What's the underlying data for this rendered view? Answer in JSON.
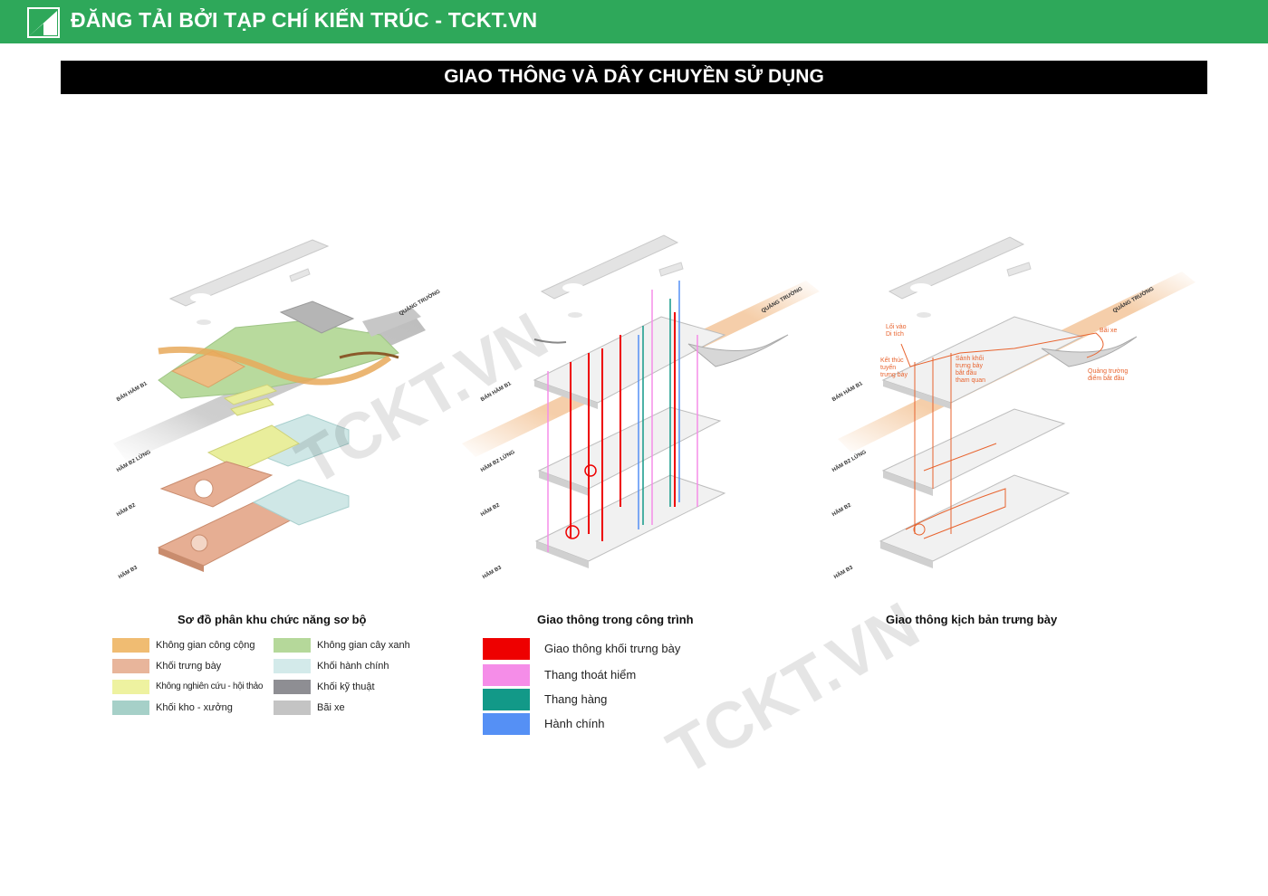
{
  "header": {
    "title": "ĐĂNG TẢI BỞI TẠP CHÍ KIẾN TRÚC - TCKT.VN"
  },
  "heading": "GIAO THÔNG VÀ DÂY CHUYỀN SỬ DỤNG",
  "watermark": "TCKT.VN",
  "level_labels": [
    "BÁN HẦM B1",
    "HẦM B2 LỬNG",
    "HẦM B2",
    "HẦM B3"
  ],
  "plaza_label": "QUẢNG TRƯỜNG",
  "panels": [
    {
      "caption": "Sơ đồ phân khu chức năng sơ bộ",
      "legend": [
        {
          "label": "Không gian công cộng",
          "color": "#f0bc72"
        },
        {
          "label": "Không gian cây xanh",
          "color": "#b5d89a"
        },
        {
          "label": "Khối trưng bày",
          "color": "#e8b59b"
        },
        {
          "label": "Khối hành chính",
          "color": "#d3eaea"
        },
        {
          "label": "Không nghiên cứu - hội thảo",
          "color": "#eef2a0"
        },
        {
          "label": "Khối kỹ thuật",
          "color": "#8e8e93"
        },
        {
          "label": "Khối kho - xưởng",
          "color": "#a6d0c8"
        },
        {
          "label": "Bãi xe",
          "color": "#c4c4c4"
        }
      ]
    },
    {
      "caption": "Giao thông trong công trình",
      "legend": [
        {
          "label": "Giao thông khối trưng bày",
          "color": "#ee0000"
        },
        {
          "label": "Thang thoát hiểm",
          "color": "#f58de8"
        },
        {
          "label": "Thang hàng",
          "color": "#129988"
        },
        {
          "label": "Hành chính",
          "color": "#5590f5"
        }
      ]
    },
    {
      "caption": "Giao thông kịch bản trưng bày",
      "annotations": [
        {
          "text": "Lối vào\nDi tích"
        },
        {
          "text": "Kết thúc\ntuyến\ntrưng bày"
        },
        {
          "text": "Sảnh khối\ntrưng bày\nbắt đầu\ntham quan"
        },
        {
          "text": "Bãi xe"
        },
        {
          "text": "Quảng trường\nđiểm bắt đầu"
        }
      ]
    }
  ]
}
